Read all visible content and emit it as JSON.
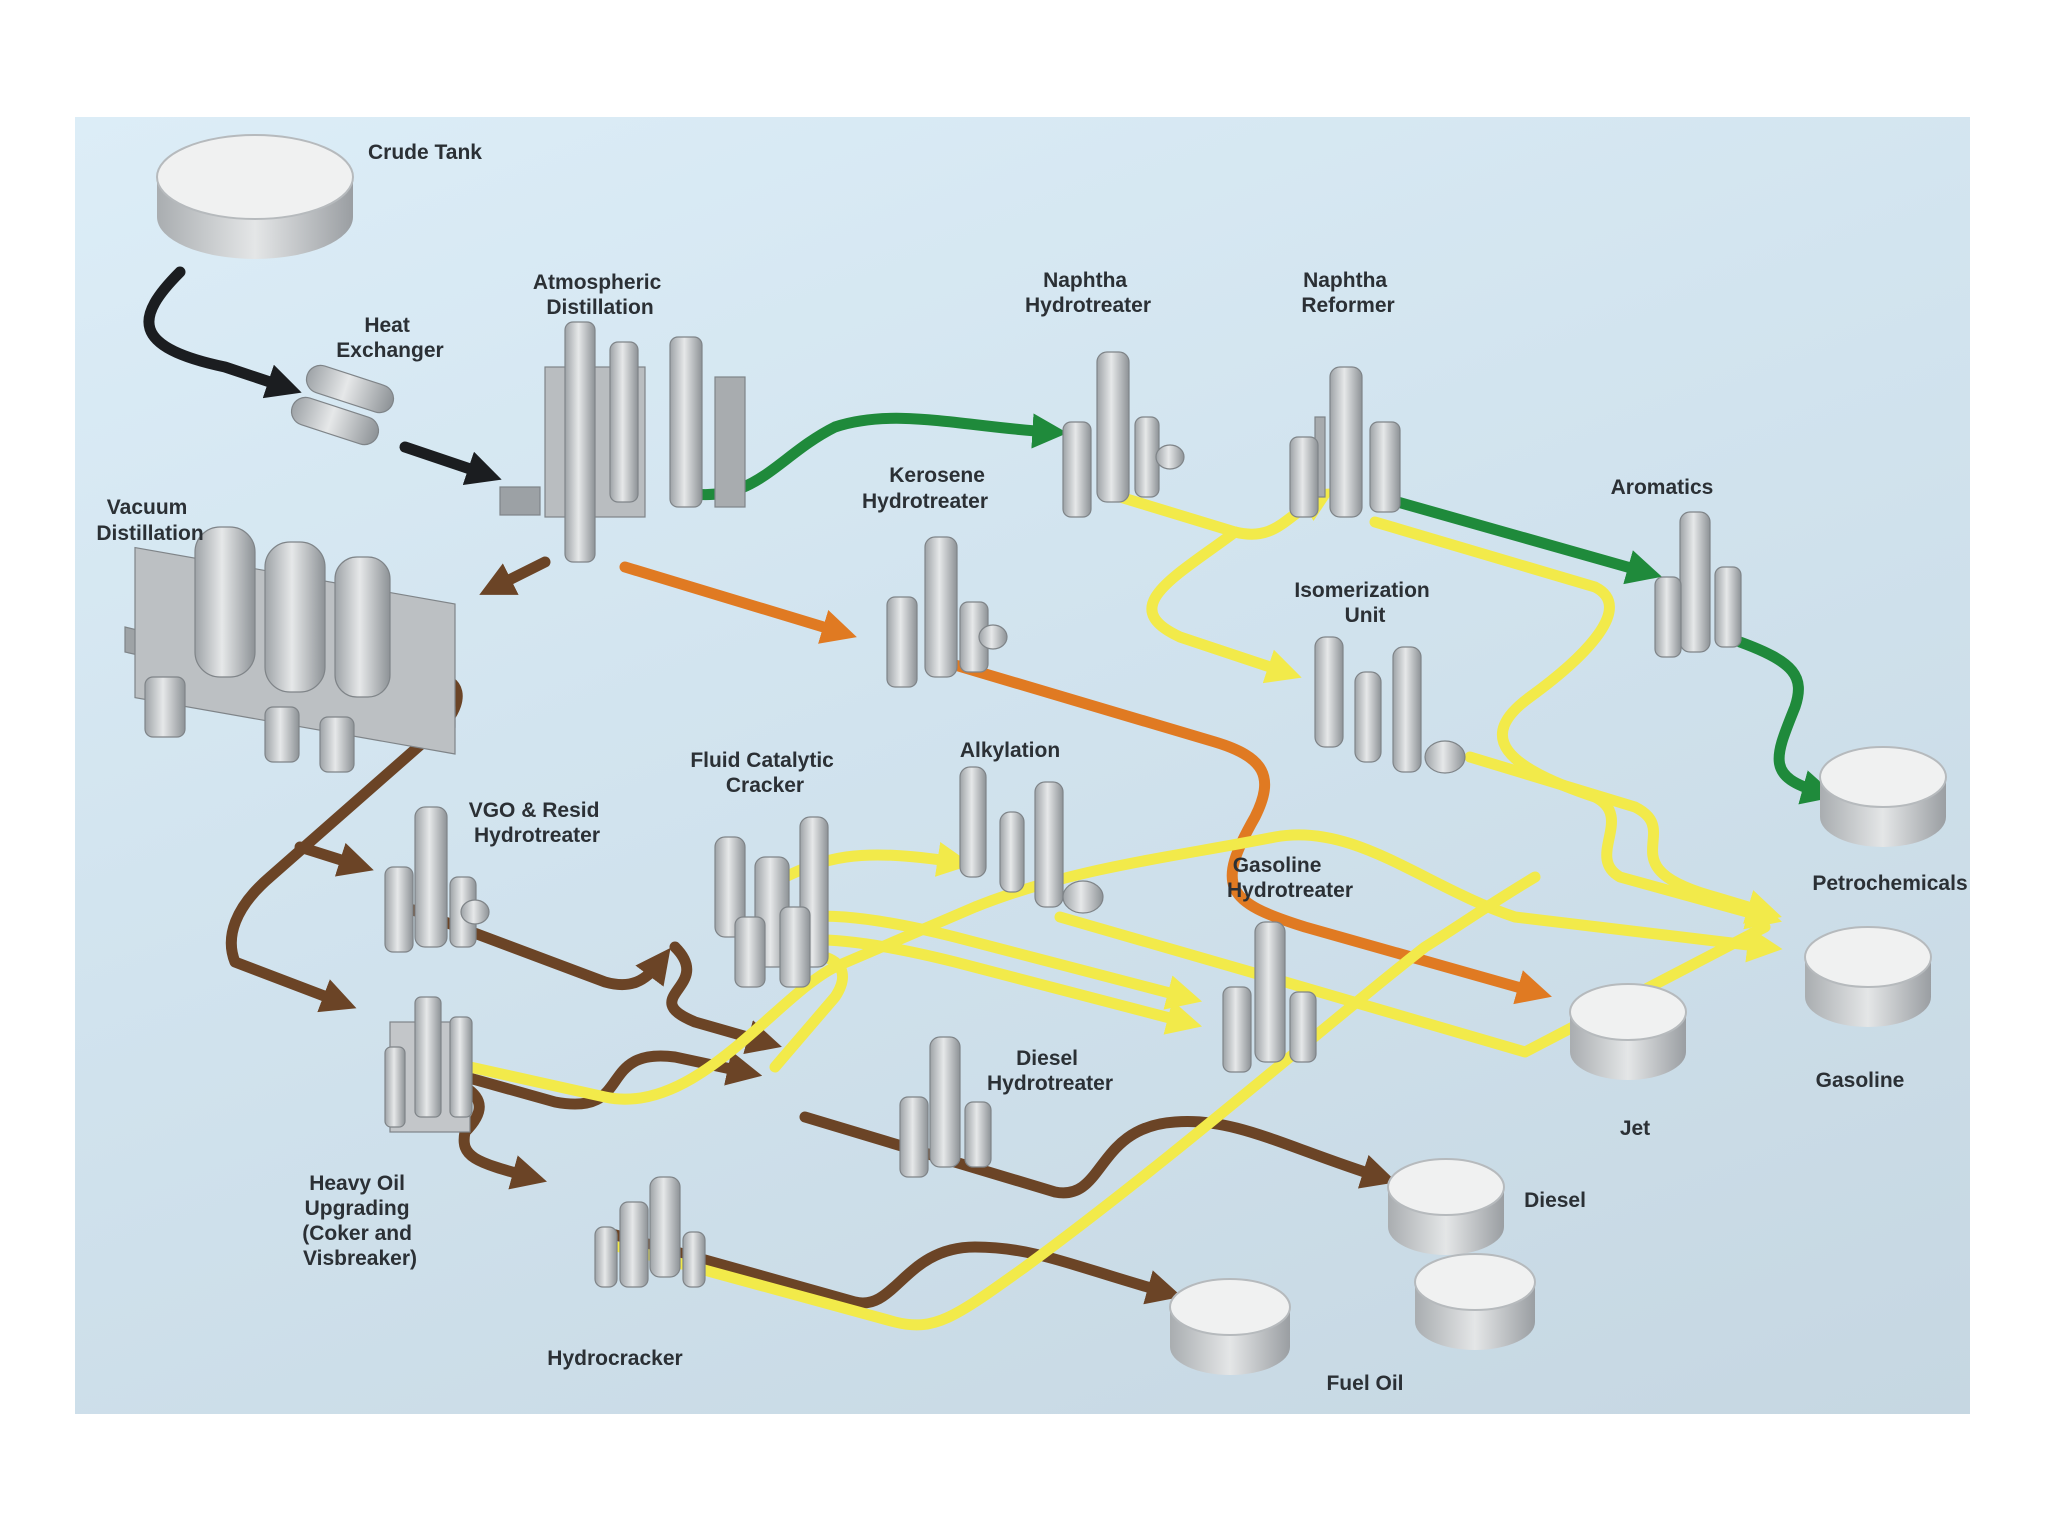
{
  "labels": {
    "crude_tank": "Crude Tank",
    "heat_exchanger": [
      "Heat",
      "Exchanger"
    ],
    "atmospheric_distillation": [
      "Atmospheric",
      "Distillation"
    ],
    "vacuum_distillation": [
      "Vacuum",
      "Distillation"
    ],
    "naphtha_hydrotreater": [
      "Naphtha",
      "Hydrotreater"
    ],
    "naphtha_reformer": [
      "Naphtha",
      "Reformer"
    ],
    "kerosene_hydrotreater": [
      "Kerosene",
      "Hydrotreater"
    ],
    "aromatics": "Aromatics",
    "isomerization_unit": [
      "Isomerization",
      "Unit"
    ],
    "fluid_catalytic_cracker": [
      "Fluid Catalytic",
      "Cracker"
    ],
    "alkylation": "Alkylation",
    "vgo_resid_hydrotreater": [
      "VGO & Resid",
      "Hydrotreater"
    ],
    "gasoline_hydrotreater": [
      "Gasoline",
      "Hydrotreater"
    ],
    "petrochemicals": "Petrochemicals",
    "gasoline": "Gasoline",
    "jet": "Jet",
    "diesel_hydrotreater": [
      "Diesel",
      "Hydrotreater"
    ],
    "diesel": "Diesel",
    "heavy_oil_upgrading": [
      "Heavy Oil",
      "Upgrading",
      "(Coker and",
      "Visbreaker)"
    ],
    "hydrocracker": "Hydrocracker",
    "fuel_oil": "Fuel Oil"
  },
  "colors": {
    "crude": "#1b1d20",
    "naphtha": "#1f8a3b",
    "kerosene": "#e07a22",
    "light": "#f2ea4a",
    "heavy": "#6b4426",
    "background": "#d6e8f2",
    "equipment": "#c9ccce"
  }
}
